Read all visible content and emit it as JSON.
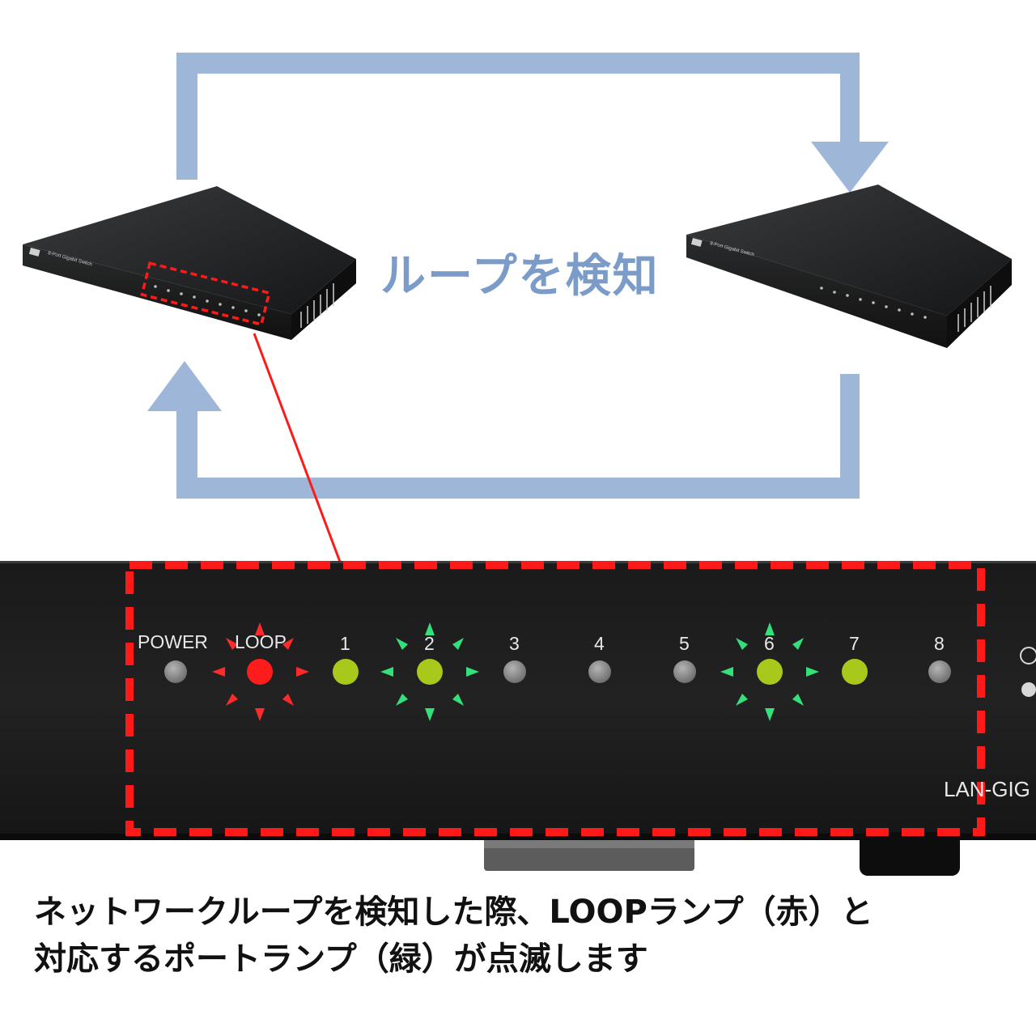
{
  "title": "ループを検知",
  "switch_text": {
    "model_label": "8-Port Gigabit Switch"
  },
  "panel": {
    "labels": {
      "power": "POWER",
      "loop": "LOOP",
      "p1": "1",
      "p2": "2",
      "p3": "3",
      "p4": "4",
      "p5": "5",
      "p6": "6",
      "p7": "7",
      "p8": "8"
    },
    "model": "LAN-GIG"
  },
  "leds": {
    "power": "off",
    "loop": "red-blinking",
    "p1": "on",
    "p2": "green-blinking",
    "p3": "off",
    "p4": "off",
    "p5": "off",
    "p6": "green-blinking",
    "p7": "on",
    "p8": "off"
  },
  "caption": {
    "line1": "ネットワークループを検知した際、LOOPランプ（赤）と",
    "line2": "対応するポートランプ（緑）が点滅します"
  },
  "colors": {
    "arrow": "#9eb7d8",
    "title": "#7b9cc8",
    "highlight": "#ff1a1a",
    "led_on": "#a9c81c",
    "led_loop": "#ff1c1c",
    "burst_green": "#33e07a",
    "burst_red": "#ff2a2a",
    "led_off": "#8a8a8a"
  }
}
